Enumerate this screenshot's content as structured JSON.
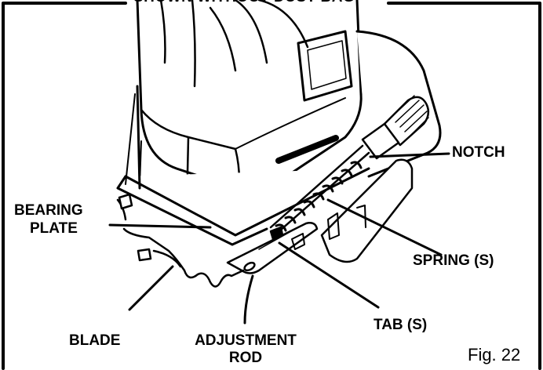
{
  "header_text": "SHOWN WITHOUT DUST BAG",
  "labels": {
    "notch": "NOTCH",
    "bearing_plate_line1": "BEARING",
    "bearing_plate_line2": "PLATE",
    "spring": "SPRING (S)",
    "blade": "BLADE",
    "adjustment_rod_line1": "ADJUSTMENT",
    "adjustment_rod_line2": "ROD",
    "tab": "TAB (S)"
  },
  "figure_number": "Fig. 22"
}
